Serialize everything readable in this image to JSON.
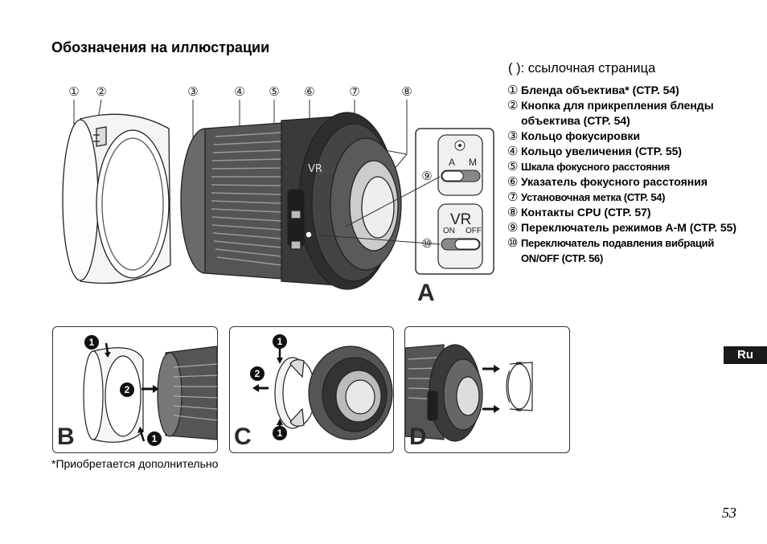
{
  "heading": "Обозначения на иллюстрации",
  "reference_note": "(     ): ссылочная страница",
  "legend": [
    {
      "num": "①",
      "text": "Бленда объектива* (СТР. 54)"
    },
    {
      "num": "②",
      "text": "Кнопка для прикрепления бленды объектива (СТР. 54)"
    },
    {
      "num": "③",
      "text": "Кольцо фокусировки"
    },
    {
      "num": "④",
      "text": "Кольцо увеличения (СТР. 55)"
    },
    {
      "num": "⑤",
      "text": "Шкала фокусного расстояния"
    },
    {
      "num": "⑥",
      "text": "Указатель фокусного расстояния"
    },
    {
      "num": "⑦",
      "text": "Установочная метка (СТР. 54)"
    },
    {
      "num": "⑧",
      "text": "Контакты CPU (СТР. 57)"
    },
    {
      "num": "⑨",
      "text": "Переключатель режимов A-M (СТР. 55)"
    },
    {
      "num": "⑩",
      "text": "Переключатель подавления вибраций ON/OFF (СТР. 56)"
    }
  ],
  "figure_callouts": [
    "①",
    "②",
    "③",
    "④",
    "⑤",
    "⑥",
    "⑦",
    "⑧",
    "⑨",
    "⑩"
  ],
  "inset": {
    "a_label": "A",
    "m_label": "M",
    "vr_label": "VR",
    "on_label": "ON",
    "off_label": "OFF"
  },
  "panels": {
    "a": "A",
    "b": "B",
    "c": "C",
    "d": "D"
  },
  "step_badges": [
    "1",
    "2",
    "1",
    "1",
    "2",
    "1"
  ],
  "footnote": "*Приобретается дополнительно",
  "language_tab": "Ru",
  "page_number": "53"
}
